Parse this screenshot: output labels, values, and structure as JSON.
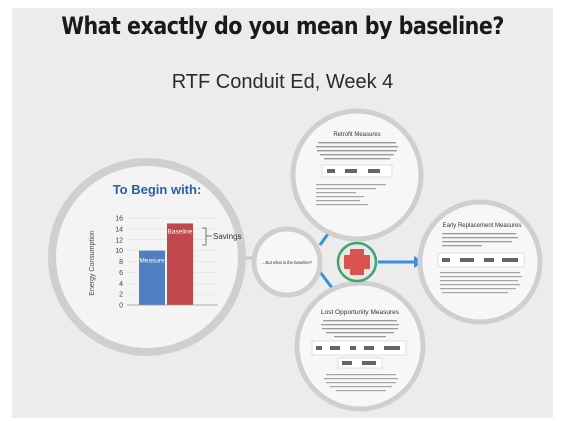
{
  "slide": {
    "title": "What exactly do you mean by baseline?",
    "subtitle": "RTF Conduit Ed, Week 4"
  },
  "left_frame": {
    "heading": "To Begin with:",
    "savings_label": "Savings"
  },
  "center_frame": {
    "label": "...But what is the baseline?"
  },
  "retrofit_frame": {
    "heading": "Retrofit Measures"
  },
  "early_frame": {
    "heading": "Early Replacement Measures"
  },
  "lost_frame": {
    "heading": "Lost Opportunity Measures"
  },
  "colors": {
    "measure_bar": "#4f7fc0",
    "baseline_bar": "#c0474b",
    "arrow": "#3a8fd9",
    "plus": "#d9534f",
    "plus_ring": "#3fa56b",
    "heading_blue": "#2a5fa8"
  },
  "chart_data": {
    "type": "bar",
    "categories": [
      "Measure",
      "Baseline"
    ],
    "values": [
      10,
      15
    ],
    "ylabel": "Energy Consumption",
    "ylim": [
      0,
      16
    ],
    "yticks": [
      0,
      2,
      4,
      6,
      8,
      10,
      12,
      14,
      16
    ],
    "annotations": [
      "Savings"
    ]
  }
}
